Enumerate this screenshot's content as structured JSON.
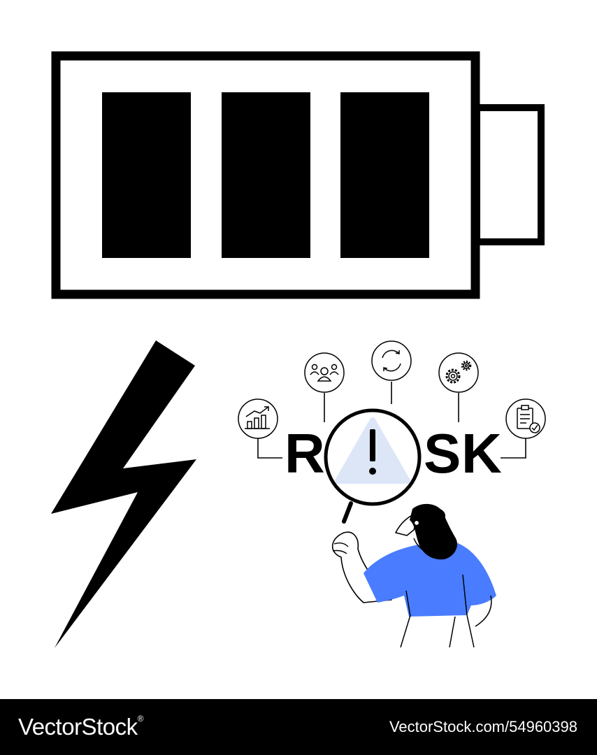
{
  "colors": {
    "ink": "#000000",
    "background": "#ffffff",
    "shirt": "#4a7cff",
    "warning_fill": "#dce6f7"
  },
  "battery": {
    "icon": "battery-icon",
    "charge_bars_filled": 3,
    "charge_bars_total": 3
  },
  "bolt": {
    "icon": "lightning-bolt-icon"
  },
  "risk": {
    "letters": [
      "R",
      "S",
      "K"
    ],
    "warning_mark": "!",
    "icons": [
      "bar-chart-growth-icon",
      "team-people-icon",
      "refresh-cycle-icon",
      "gears-settings-icon",
      "clipboard-check-icon"
    ]
  },
  "footer": {
    "brand": "VectorStock",
    "brand_registered": "®",
    "image_id": "VectorStock.com/54960398"
  }
}
